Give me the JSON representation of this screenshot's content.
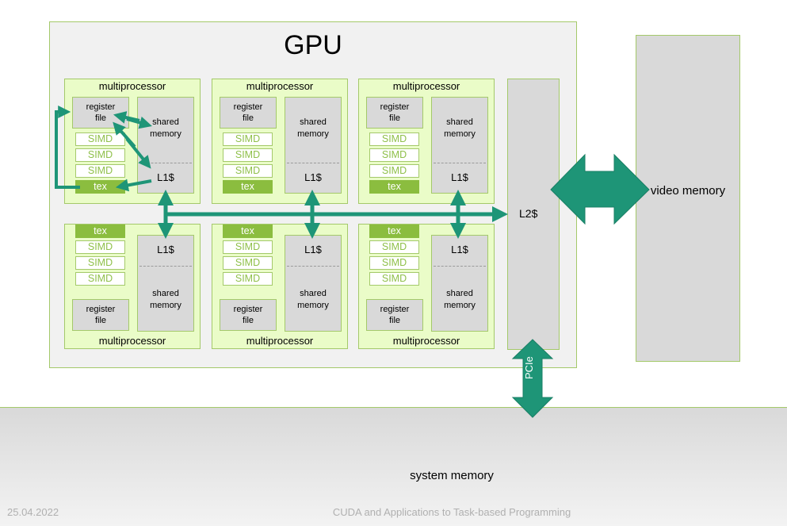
{
  "gpu": {
    "title": "GPU"
  },
  "multiprocessors": [
    {
      "label": "multiprocessor",
      "register_file": "register file",
      "simd": [
        "SIMD",
        "SIMD",
        "SIMD"
      ],
      "tex": "tex",
      "shared_memory": "shared memory",
      "l1": "L1$",
      "orientation": "top"
    },
    {
      "label": "multiprocessor",
      "register_file": "register file",
      "simd": [
        "SIMD",
        "SIMD",
        "SIMD"
      ],
      "tex": "tex",
      "shared_memory": "shared memory",
      "l1": "L1$",
      "orientation": "top"
    },
    {
      "label": "multiprocessor",
      "register_file": "register file",
      "simd": [
        "SIMD",
        "SIMD",
        "SIMD"
      ],
      "tex": "tex",
      "shared_memory": "shared memory",
      "l1": "L1$",
      "orientation": "top"
    },
    {
      "label": "multiprocessor",
      "register_file": "register file",
      "simd": [
        "SIMD",
        "SIMD",
        "SIMD"
      ],
      "tex": "tex",
      "shared_memory": "shared memory",
      "l1": "L1$",
      "orientation": "bottom"
    },
    {
      "label": "multiprocessor",
      "register_file": "register file",
      "simd": [
        "SIMD",
        "SIMD",
        "SIMD"
      ],
      "tex": "tex",
      "shared_memory": "shared memory",
      "l1": "L1$",
      "orientation": "bottom"
    },
    {
      "label": "multiprocessor",
      "register_file": "register file",
      "simd": [
        "SIMD",
        "SIMD",
        "SIMD"
      ],
      "tex": "tex",
      "shared_memory": "shared memory",
      "l1": "L1$",
      "orientation": "bottom"
    }
  ],
  "l2": {
    "label": "L2$"
  },
  "video_memory": {
    "label": "video memory"
  },
  "pcie": {
    "label": "PCIe"
  },
  "system_memory": {
    "label": "system memory"
  },
  "footer": {
    "date": "25.04.2022",
    "title": "CUDA and Applications to Task-based Programming"
  },
  "colors": {
    "arrow": "#1e9577",
    "border": "#a4c96a",
    "tex": "#8bbd3f",
    "simd_text": "#8fc04a"
  }
}
